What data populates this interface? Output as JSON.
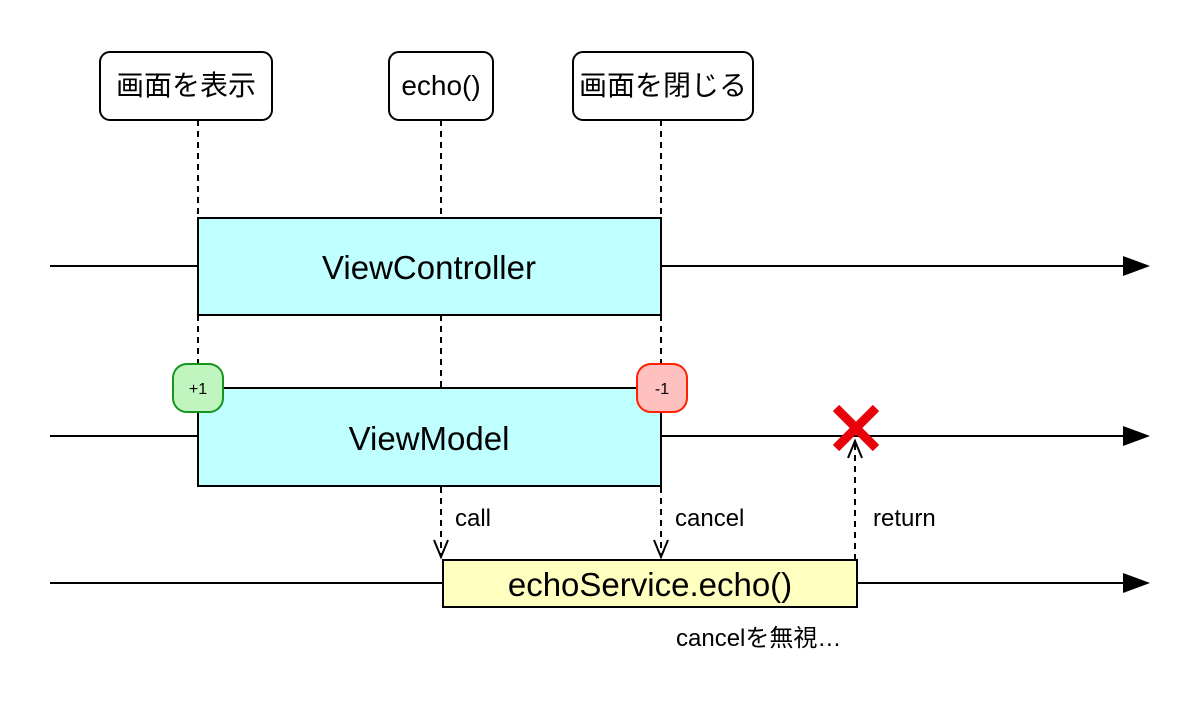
{
  "events": [
    {
      "id": "show",
      "label": "画面を表示"
    },
    {
      "id": "echo",
      "label": "echo()"
    },
    {
      "id": "close",
      "label": "画面を閉じる"
    }
  ],
  "lanes": [
    {
      "id": "view-controller",
      "label": "ViewController",
      "fill": "#c0ffff"
    },
    {
      "id": "view-model",
      "label": "ViewModel",
      "fill": "#c0ffff"
    },
    {
      "id": "echo-service",
      "label": "echoService.echo()",
      "fill": "#ffffc0"
    }
  ],
  "badges": {
    "retain": {
      "label": "+1",
      "fill": "#c0f5c0",
      "stroke": "#14961e",
      "text": "#14961e"
    },
    "release": {
      "label": "-1",
      "fill": "#ffc0c0",
      "stroke": "#ff2000",
      "text": "#e02000"
    }
  },
  "arrows": {
    "call": "call",
    "cancel": "cancel",
    "return": "return"
  },
  "note": "cancelを無視…",
  "colors": {
    "cross": "#e8000b",
    "line": "#000000"
  }
}
